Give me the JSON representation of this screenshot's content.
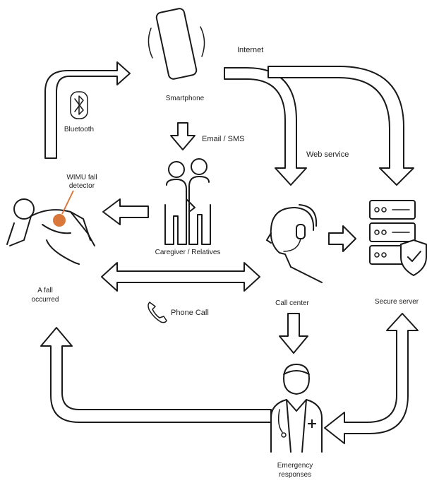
{
  "labels": {
    "internet": "Internet",
    "smartphone": "Smartphone",
    "bluetooth": "Bluetooth",
    "email_sms": "Email / SMS",
    "web_service": "Web service",
    "wimu_line1": "WIMU fall",
    "wimu_line2": "detector",
    "caregiver": "Caregiver / Relatives",
    "fall_line1": "A fall",
    "fall_line2": "occurred",
    "phone_call": "Phone Call",
    "call_center": "Call center",
    "secure_server": "Secure server",
    "emergency_line1": "Emergency",
    "emergency_line2": "responses"
  },
  "icons": {
    "smartphone": "smartphone-icon",
    "bluetooth": "bluetooth-icon",
    "fallen_person": "fallen-person-icon",
    "caregivers": "caregivers-icon",
    "call_center": "headset-agent-icon",
    "server": "server-shield-icon",
    "phone": "phone-icon",
    "doctor": "doctor-icon"
  },
  "colors": {
    "wimu_sensor": "#d9783a"
  }
}
